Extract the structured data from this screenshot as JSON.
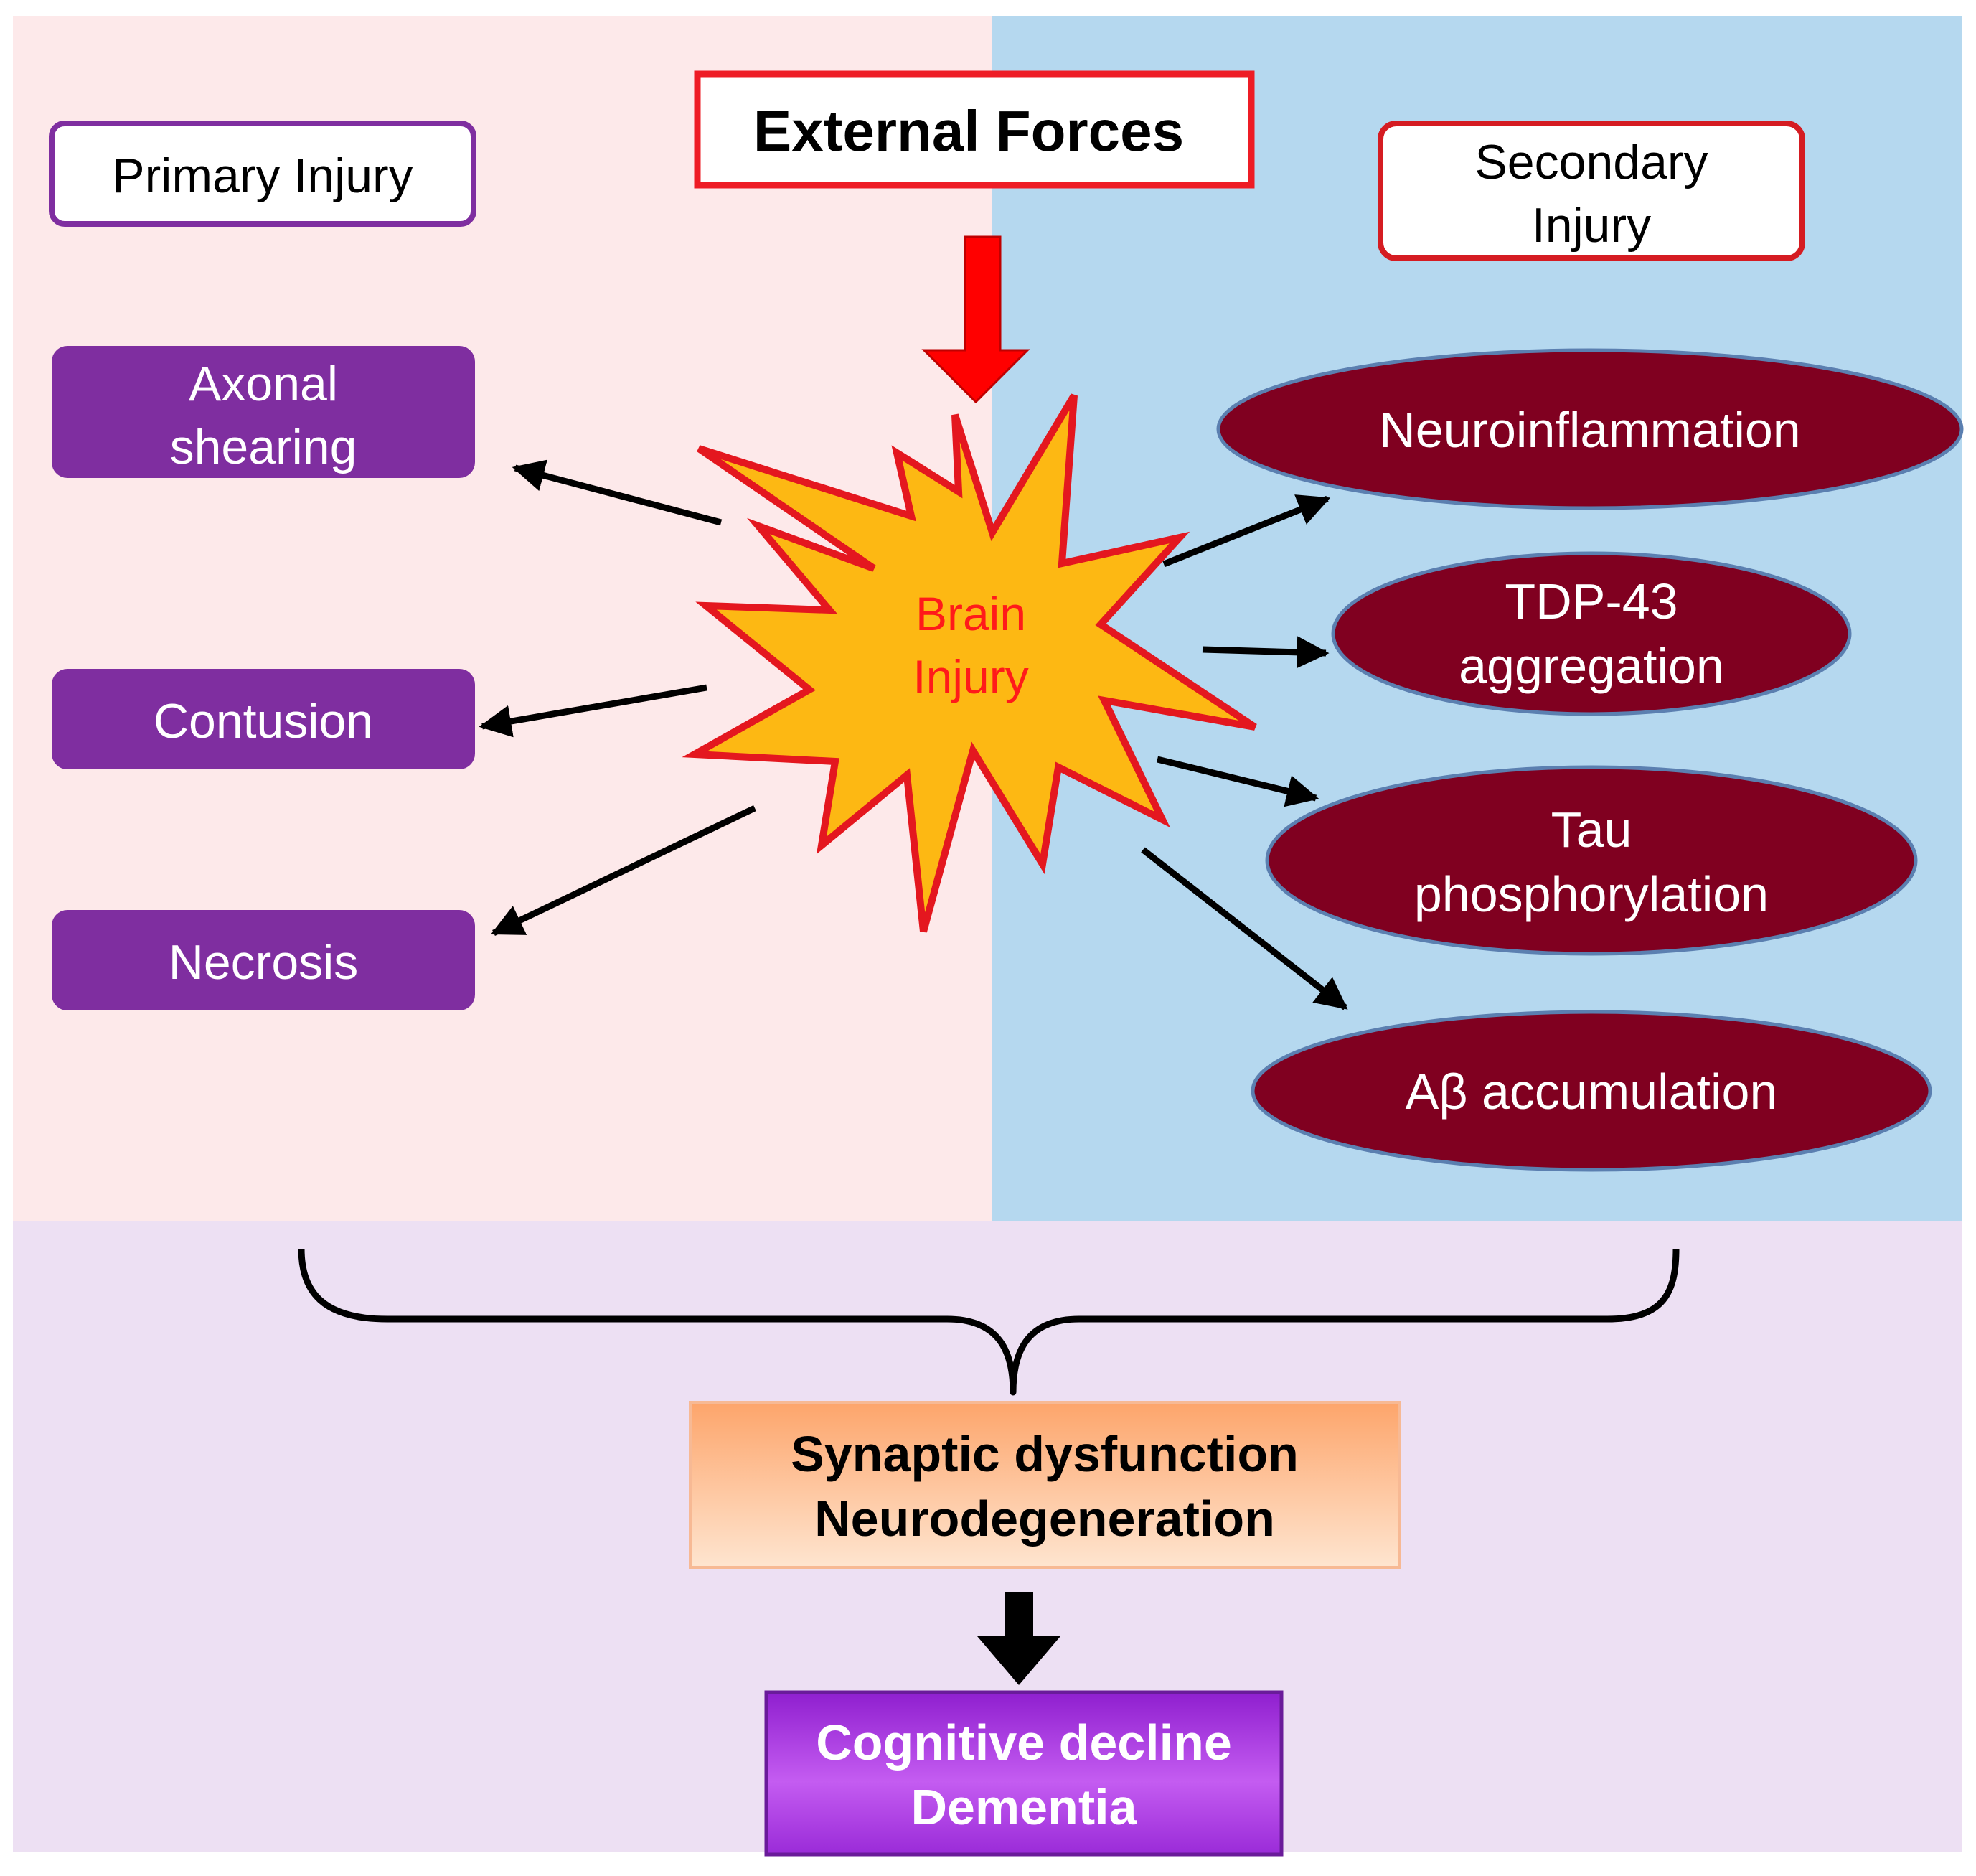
{
  "header": {
    "external_forces": "External Forces"
  },
  "primary": {
    "title": "Primary Injury",
    "items": [
      {
        "line1": "Axonal",
        "line2": "shearing"
      },
      {
        "line1": "Contusion",
        "line2": ""
      },
      {
        "line1": "Necrosis",
        "line2": ""
      }
    ]
  },
  "center": {
    "line1": "Brain",
    "line2": "Injury"
  },
  "secondary": {
    "title_line1": "Secondary",
    "title_line2": "Injury",
    "items": [
      {
        "line1": "Neuroinflammation",
        "line2": ""
      },
      {
        "line1": "TDP-43",
        "line2": "aggregation"
      },
      {
        "line1": "Tau",
        "line2": "phosphorylation"
      },
      {
        "line1": "Aβ accumulation",
        "line2": ""
      }
    ]
  },
  "outcome": {
    "line1": "Synaptic dysfunction",
    "line2": "Neurodegeneration"
  },
  "final": {
    "line1": "Cognitive decline",
    "line2": "Dementia"
  },
  "colors": {
    "left_panel": "#fde9ea",
    "right_panel": "#b5d8ef",
    "bottom_panel": "#ede0f3",
    "primary_box": "#7f2ea0",
    "secondary_ellipse": "#800020",
    "star_fill": "#fdb813",
    "star_stroke": "#e4171f",
    "red_arrow": "#ff0000",
    "outcome_box": "#fdc79a",
    "final_box": "#a832e0"
  }
}
